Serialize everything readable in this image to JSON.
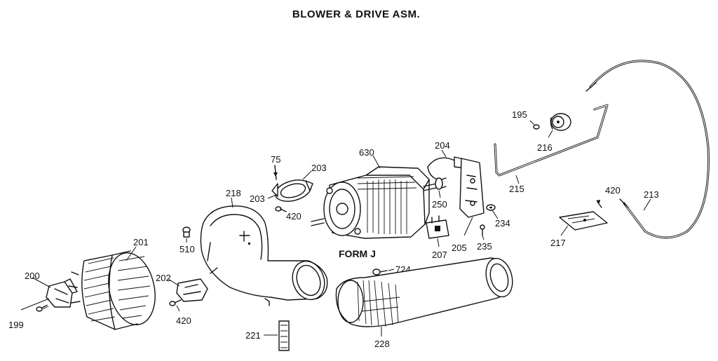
{
  "title": "BLOWER & DRIVE ASM.",
  "form_label": "FORM J",
  "parts": {
    "p199": "199",
    "p200": "200",
    "p201": "201",
    "p202": "202",
    "p420a": "420",
    "p510": "510",
    "p218": "218",
    "p203a": "203",
    "p203b": "203",
    "p75": "75",
    "p420b": "420",
    "p630": "630",
    "p204": "204",
    "p250": "250",
    "p207": "207",
    "p205": "205",
    "p235": "235",
    "p234": "234",
    "p724": "724",
    "p221": "221",
    "p228": "228",
    "p195": "195",
    "p216": "216",
    "p215": "215",
    "p217": "217",
    "p420c": "420",
    "p213": "213"
  }
}
